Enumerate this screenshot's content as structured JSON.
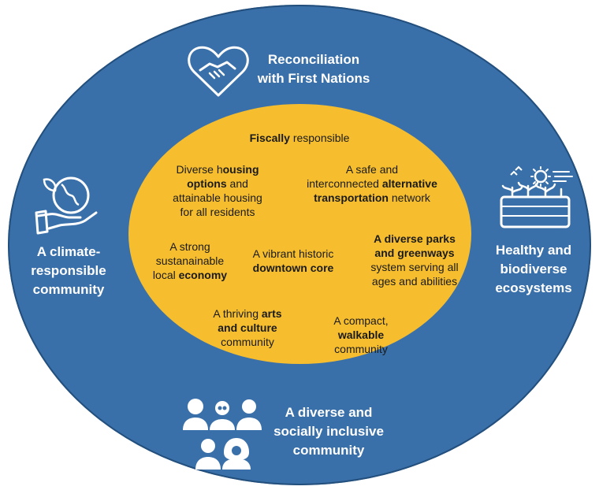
{
  "outer": {
    "top": {
      "icon": "handshake-heart-icon",
      "lines": [
        "Reconciliation",
        "with First Nations"
      ]
    },
    "left": {
      "icon": "earth-in-hand-icon",
      "lines": [
        "A climate-",
        "responsible",
        "community"
      ]
    },
    "right": {
      "icon": "ecosystem-sun-wind-plants-icon",
      "lines": [
        "Healthy and",
        "biodiverse",
        "ecosystems"
      ]
    },
    "bottom": {
      "icon": "diverse-people-icon",
      "lines": [
        "A diverse and",
        "socially inclusive",
        "community"
      ]
    }
  },
  "inner": {
    "fiscal": [
      {
        "t": "Fiscally",
        "b": true
      },
      {
        "t": " responsible",
        "b": false
      }
    ],
    "housing": [
      [
        {
          "t": "Diverse h",
          "b": false
        },
        {
          "t": "ousing",
          "b": true
        }
      ],
      [
        {
          "t": "options",
          "b": true
        },
        {
          "t": " and",
          "b": false
        }
      ],
      [
        {
          "t": "attainable housing",
          "b": false
        }
      ],
      [
        {
          "t": "for all residents",
          "b": false
        }
      ]
    ],
    "transport": [
      [
        {
          "t": "A safe and",
          "b": false
        }
      ],
      [
        {
          "t": "interconnected ",
          "b": false
        },
        {
          "t": "alternative",
          "b": true
        }
      ],
      [
        {
          "t": "transportation",
          "b": true
        },
        {
          "t": " network",
          "b": false
        }
      ]
    ],
    "economy": [
      [
        {
          "t": "A strong",
          "b": false
        }
      ],
      [
        {
          "t": "sustanainable",
          "b": false
        }
      ],
      [
        {
          "t": "local ",
          "b": false
        },
        {
          "t": "economy",
          "b": true
        }
      ]
    ],
    "downtown": [
      [
        {
          "t": "A vibrant historic",
          "b": false
        }
      ],
      [
        {
          "t": "downtown core",
          "b": true
        }
      ]
    ],
    "parks": [
      [
        {
          "t": "A diverse parks",
          "b": true
        }
      ],
      [
        {
          "t": "and greenways",
          "b": true
        }
      ],
      [
        {
          "t": "system serving all",
          "b": false
        }
      ],
      [
        {
          "t": "ages and abilities",
          "b": false
        }
      ]
    ],
    "arts": [
      [
        {
          "t": "A thriving ",
          "b": false
        },
        {
          "t": "arts",
          "b": true
        }
      ],
      [
        {
          "t": "and culture",
          "b": true
        }
      ],
      [
        {
          "t": "community",
          "b": false
        }
      ]
    ],
    "walkable": [
      [
        {
          "t": "A compact,",
          "b": false
        }
      ],
      [
        {
          "t": "walkable",
          "b": true
        }
      ],
      [
        {
          "t": "community",
          "b": false
        }
      ]
    ]
  },
  "colors": {
    "outer": "#3a70a9",
    "inner": "#f6be2f",
    "outer_text": "#ffffff",
    "inner_text": "#1a1a1a"
  }
}
